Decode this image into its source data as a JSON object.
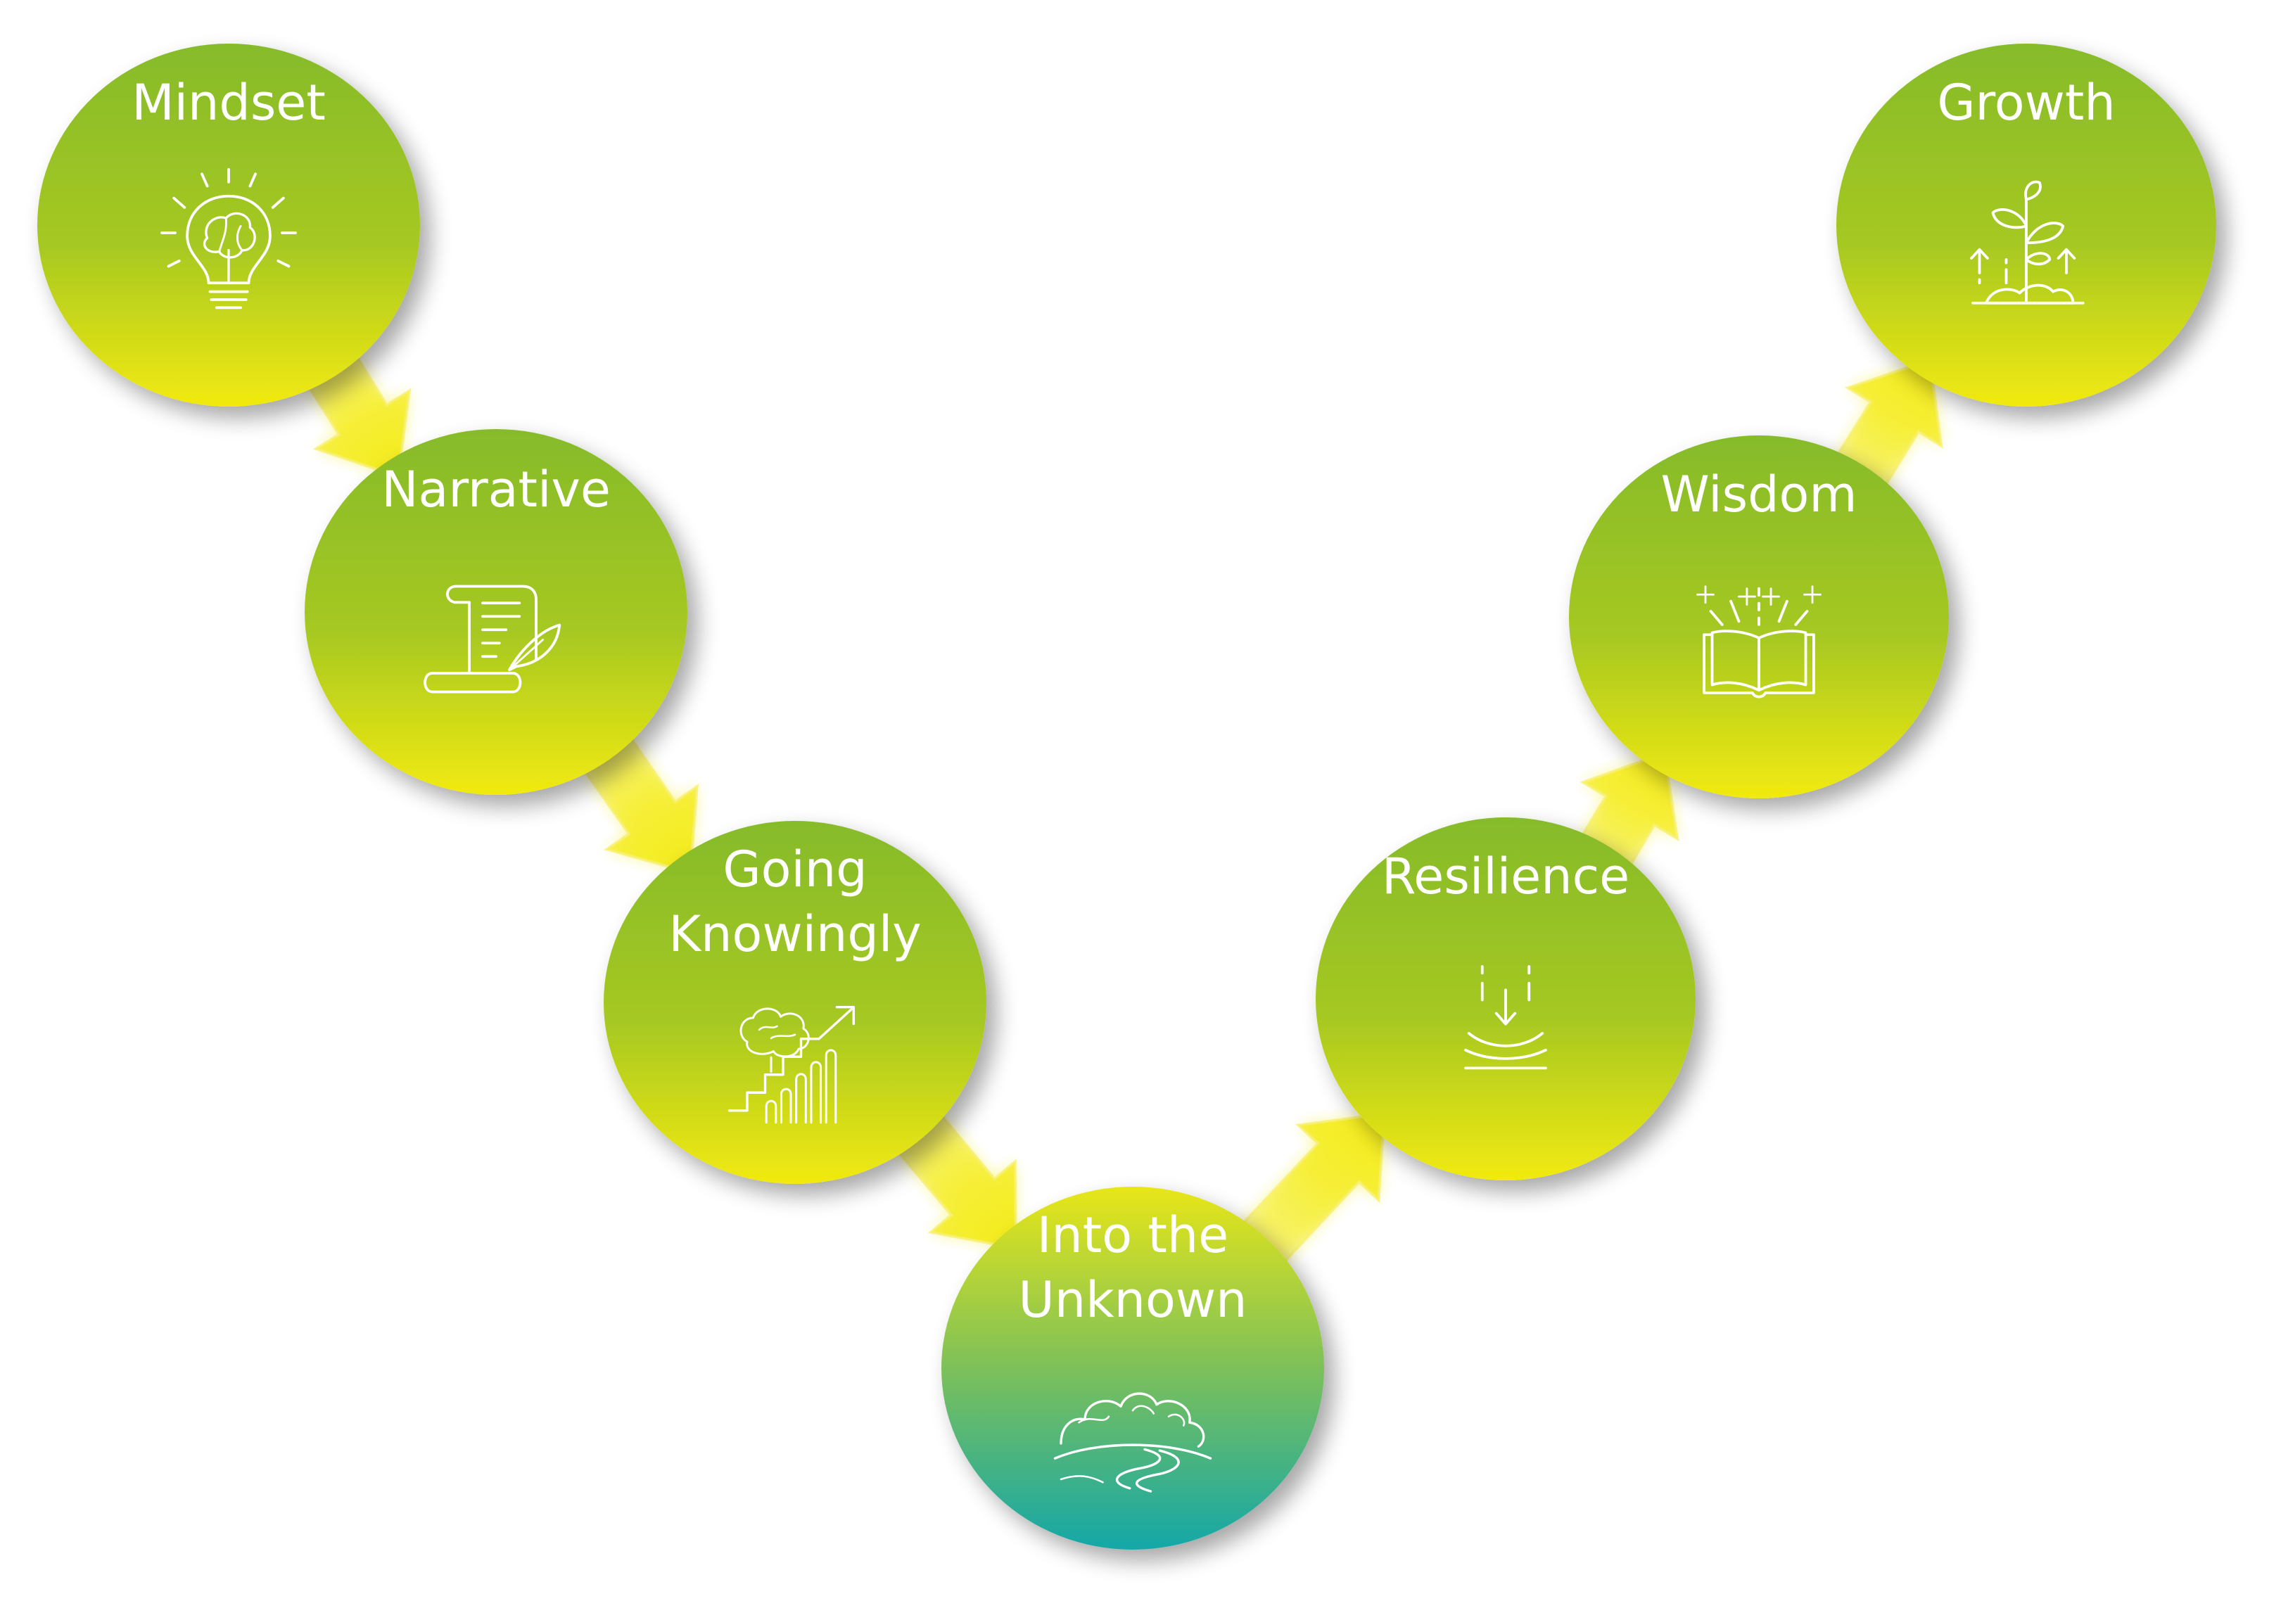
{
  "diagram": {
    "colors": {
      "circle_top": "#86bb2a",
      "circle_mid": "#a6c822",
      "circle_bottom": "#f2ea10",
      "unknown_top": "#e8e618",
      "unknown_mid": "#7dc05a",
      "unknown_bottom": "#14a7a8",
      "arrow": "#f4ec18",
      "label": "#ffffff"
    },
    "nodes": [
      {
        "id": "mindset",
        "label_lines": [
          "Mindset"
        ],
        "icon": "lightbulb-brain-icon"
      },
      {
        "id": "narrative",
        "label_lines": [
          "Narrative"
        ],
        "icon": "scroll-quill-icon"
      },
      {
        "id": "going-knowingly",
        "label_lines": [
          "Going",
          "Knowingly"
        ],
        "icon": "brain-stairs-growth-icon"
      },
      {
        "id": "into-the-unknown",
        "label_lines": [
          "Into the",
          "Unknown"
        ],
        "icon": "forest-path-icon"
      },
      {
        "id": "resilience",
        "label_lines": [
          "Resilience"
        ],
        "icon": "pressure-rebound-icon"
      },
      {
        "id": "wisdom",
        "label_lines": [
          "Wisdom"
        ],
        "icon": "open-book-sparkle-icon"
      },
      {
        "id": "growth",
        "label_lines": [
          "Growth"
        ],
        "icon": "sprouting-plant-icon"
      }
    ],
    "connections": [
      {
        "from": "mindset",
        "to": "narrative"
      },
      {
        "from": "narrative",
        "to": "going-knowingly"
      },
      {
        "from": "going-knowingly",
        "to": "into-the-unknown"
      },
      {
        "from": "into-the-unknown",
        "to": "resilience"
      },
      {
        "from": "resilience",
        "to": "wisdom"
      },
      {
        "from": "wisdom",
        "to": "growth"
      }
    ]
  }
}
